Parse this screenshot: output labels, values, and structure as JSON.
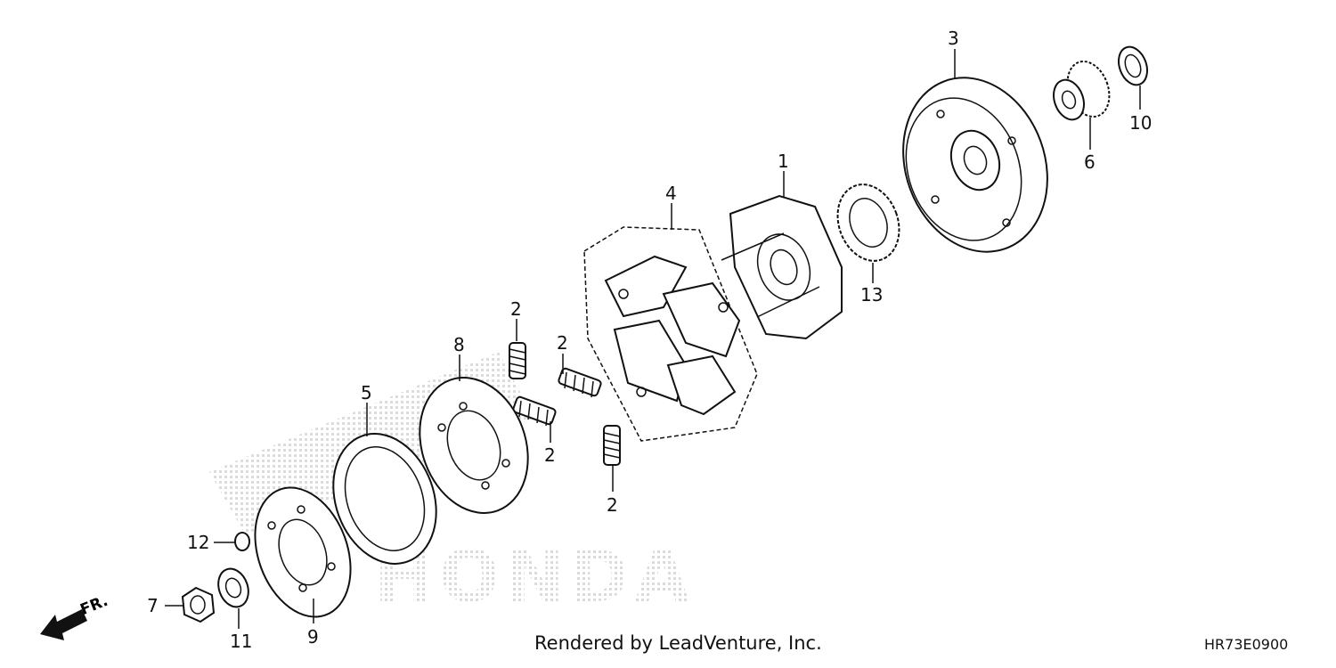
{
  "callouts": [
    "1",
    "2",
    "2",
    "2",
    "2",
    "3",
    "4",
    "5",
    "6",
    "7",
    "8",
    "9",
    "10",
    "11",
    "12",
    "13"
  ],
  "direction_label": "FR.",
  "credit": "Rendered by LeadVenture, Inc.",
  "diagram_code": "HR73E0900",
  "watermark": "HONDA"
}
